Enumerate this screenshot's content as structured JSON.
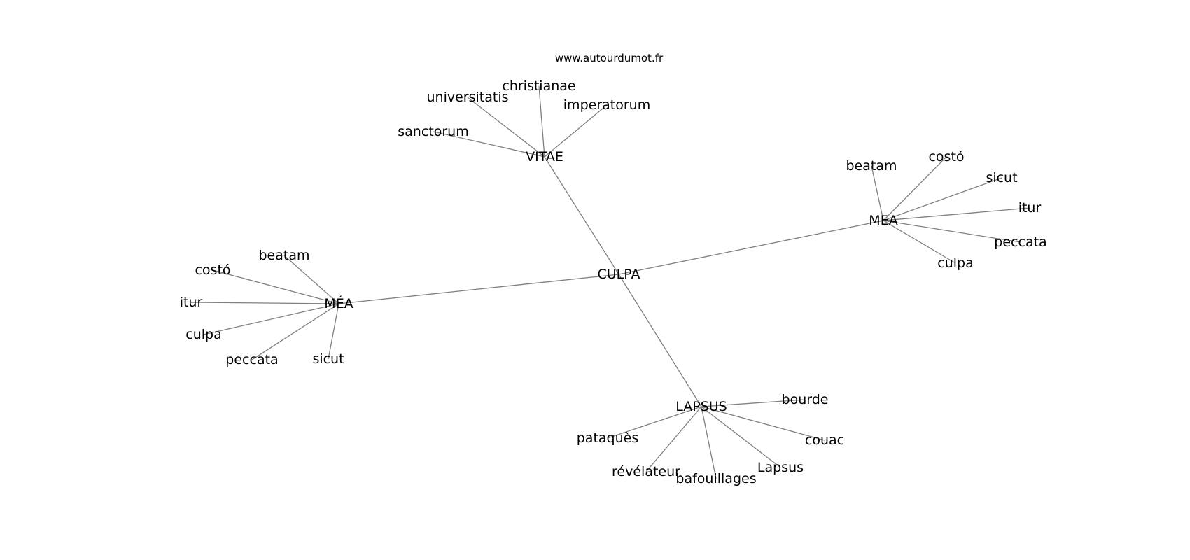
{
  "watermark": "www.autourdumot.fr",
  "colors": {
    "edge": "#7f7f7f",
    "text": "#000000",
    "background": "#ffffff"
  },
  "nodes": [
    {
      "id": "culpa_c",
      "label": "CULPA"
    },
    {
      "id": "vitae",
      "label": "VITAE"
    },
    {
      "id": "mea_r",
      "label": "MEA"
    },
    {
      "id": "mea_l",
      "label": "MÉA"
    },
    {
      "id": "lapsus_c",
      "label": "LAPSUS"
    },
    {
      "id": "christianae",
      "label": "christianae"
    },
    {
      "id": "universitatis",
      "label": "universitatis"
    },
    {
      "id": "imperatorum",
      "label": "imperatorum"
    },
    {
      "id": "sanctorum",
      "label": "sanctorum"
    },
    {
      "id": "beatam_r",
      "label": "beatam"
    },
    {
      "id": "costo_r",
      "label": "costó"
    },
    {
      "id": "sicut_r",
      "label": "sicut"
    },
    {
      "id": "itur_r",
      "label": "itur"
    },
    {
      "id": "peccata_r",
      "label": "peccata"
    },
    {
      "id": "culpa_r",
      "label": "culpa"
    },
    {
      "id": "beatam_l",
      "label": "beatam"
    },
    {
      "id": "costo_l",
      "label": "costó"
    },
    {
      "id": "itur_l",
      "label": "itur"
    },
    {
      "id": "culpa_l",
      "label": "culpa"
    },
    {
      "id": "peccata_l",
      "label": "peccata"
    },
    {
      "id": "sicut_l",
      "label": "sicut"
    },
    {
      "id": "bourde",
      "label": "bourde"
    },
    {
      "id": "couac",
      "label": "couac"
    },
    {
      "id": "lapsus_l",
      "label": "Lapsus"
    },
    {
      "id": "bafouillages",
      "label": "bafouillages"
    },
    {
      "id": "revelateur",
      "label": "révélateur"
    },
    {
      "id": "pataques",
      "label": "pataquès"
    }
  ],
  "edges": [
    [
      "culpa_c",
      "vitae"
    ],
    [
      "culpa_c",
      "mea_r"
    ],
    [
      "culpa_c",
      "mea_l"
    ],
    [
      "culpa_c",
      "lapsus_c"
    ],
    [
      "vitae",
      "christianae"
    ],
    [
      "vitae",
      "universitatis"
    ],
    [
      "vitae",
      "imperatorum"
    ],
    [
      "vitae",
      "sanctorum"
    ],
    [
      "mea_r",
      "beatam_r"
    ],
    [
      "mea_r",
      "costo_r"
    ],
    [
      "mea_r",
      "sicut_r"
    ],
    [
      "mea_r",
      "itur_r"
    ],
    [
      "mea_r",
      "peccata_r"
    ],
    [
      "mea_r",
      "culpa_r"
    ],
    [
      "mea_l",
      "beatam_l"
    ],
    [
      "mea_l",
      "costo_l"
    ],
    [
      "mea_l",
      "itur_l"
    ],
    [
      "mea_l",
      "culpa_l"
    ],
    [
      "mea_l",
      "peccata_l"
    ],
    [
      "mea_l",
      "sicut_l"
    ],
    [
      "lapsus_c",
      "bourde"
    ],
    [
      "lapsus_c",
      "couac"
    ],
    [
      "lapsus_c",
      "lapsus_l"
    ],
    [
      "lapsus_c",
      "bafouillages"
    ],
    [
      "lapsus_c",
      "revelateur"
    ],
    [
      "lapsus_c",
      "pataques"
    ]
  ]
}
